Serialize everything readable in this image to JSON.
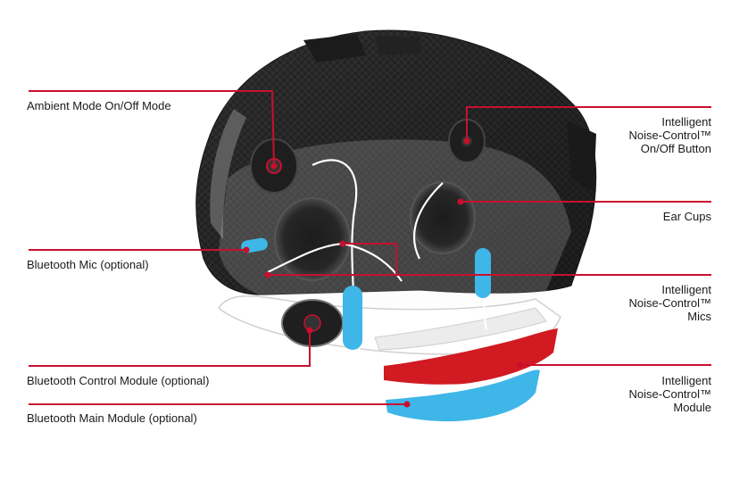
{
  "colors": {
    "leader": "#c8102e",
    "accent_blue": "#3fb6e8",
    "module_red": "#d11a22",
    "shell_dark": "#2b2b2b",
    "text": "#1a1a1a"
  },
  "callouts": {
    "ambient_mode": "Ambient Mode On/Off Mode",
    "bluetooth_mic": "Bluetooth Mic (optional)",
    "bluetooth_control": "Bluetooth Control Module (optional)",
    "bluetooth_main": "Bluetooth Main Module (optional)",
    "nc_button": "Intelligent\nNoise-Control™\nOn/Off Button",
    "ear_cups": "Ear Cups",
    "nc_mics": "Intelligent\nNoise-Control™\nMics",
    "nc_module": "Intelligent\nNoise-Control™\nModule"
  }
}
